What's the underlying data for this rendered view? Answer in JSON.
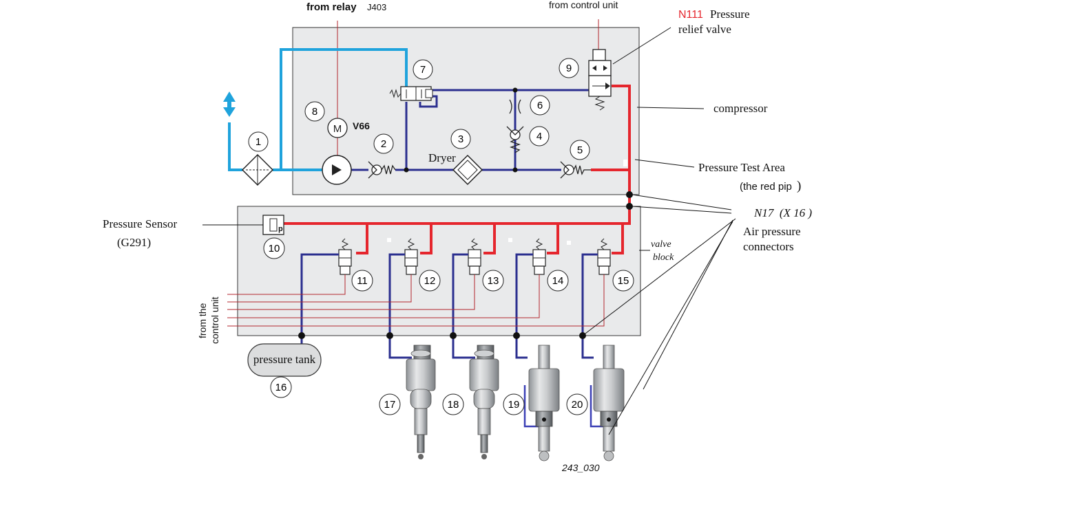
{
  "labels": {
    "from_relay": "from relay",
    "relay_id": "J403",
    "from_control_unit_top": "from control unit",
    "n111_code": "N111",
    "n111_text_1": "Pressure",
    "n111_text_2": "relief valve",
    "compressor": "compressor",
    "pressure_test_area": "Pressure Test Area",
    "the_red_pip": "(the red pip",
    "the_red_pip_close": ")",
    "n17": "N17 (X 16 )",
    "air_pressure_1": "Air pressure",
    "air_pressure_2": "connectors",
    "pressure_sensor": "Pressure Sensor",
    "g291": "(G291)",
    "valve": "valve",
    "block": "block",
    "from_the": "from the",
    "control_unit_side": "control unit",
    "dryer": "Dryer",
    "v66": "V66",
    "pressure_tank": "pressure tank",
    "figure_id": "243_030"
  },
  "numbers": {
    "n1": "1",
    "n2": "2",
    "n3": "3",
    "n4": "4",
    "n5": "5",
    "n6": "6",
    "n7": "7",
    "n8": "8",
    "n9": "9",
    "n10": "10",
    "n11": "11",
    "n12": "12",
    "n13": "13",
    "n14": "14",
    "n15": "15",
    "n16": "16",
    "n17": "17",
    "n18": "18",
    "n19": "19",
    "n20": "20"
  },
  "colors": {
    "cyan_line": "#1fa3dc",
    "navy_line": "#2b2f8f",
    "red_line": "#e5262d",
    "box_fill": "#e9eaeb",
    "box_stroke": "#333333",
    "thin_red": "#b3262d",
    "n111_red": "#e5262d"
  }
}
